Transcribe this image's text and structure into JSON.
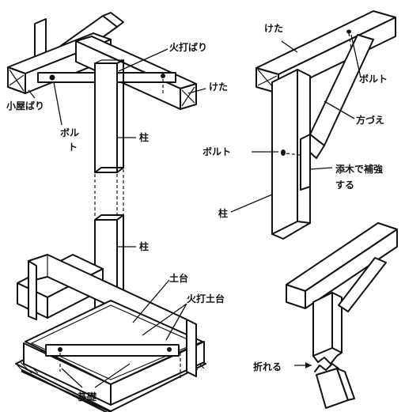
{
  "labels": {
    "hiuchibari": "火打ばり",
    "keta_left": "けた",
    "koyabari": "小屋ばり",
    "bolt_left_1": "ボル",
    "bolt_left_2": "ト",
    "hashira_upper": "柱",
    "hashira_lower": "柱",
    "dodai": "土台",
    "hiuchidodai": "火打土台",
    "kiso": "基礎",
    "keta_right": "けた",
    "bolt_right_top": "ボルト",
    "hozue": "方づえ",
    "bolt_right_mid": "ボルト",
    "soegi_1": "添木で補強",
    "soegi_2": "する",
    "hashira_right": "柱",
    "oreru": "折れる"
  }
}
